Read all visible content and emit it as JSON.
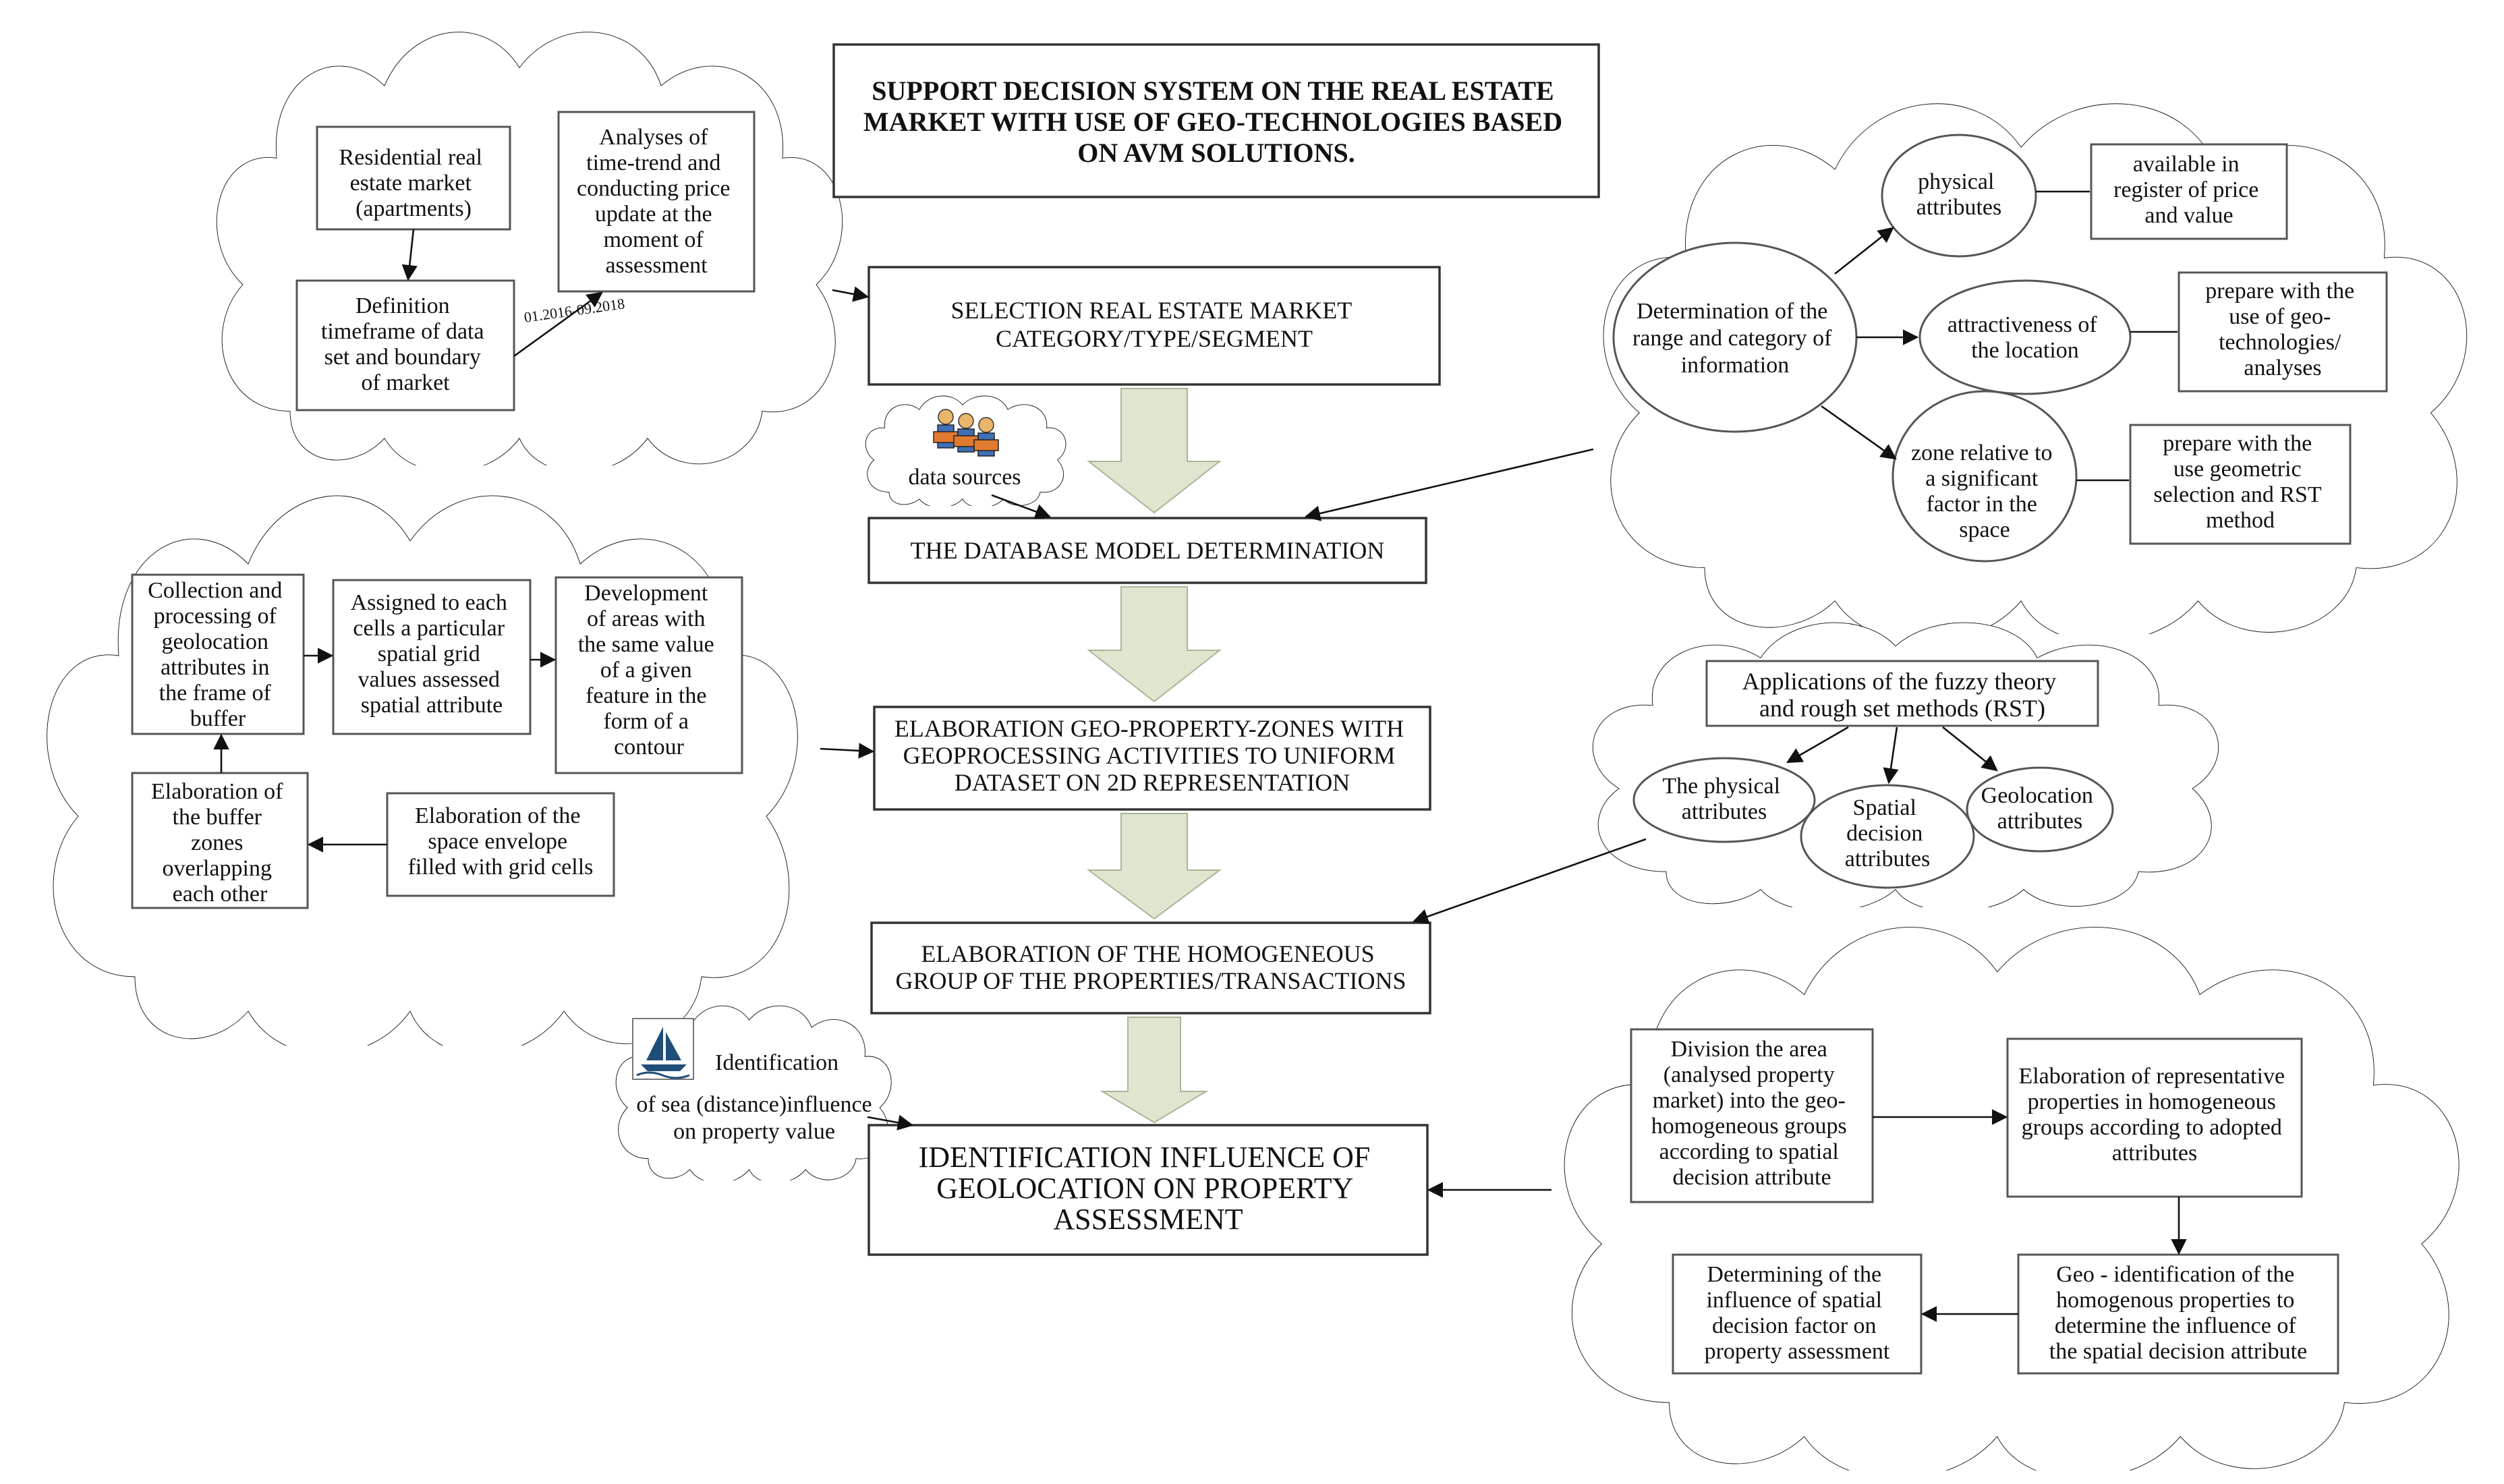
{
  "title": [
    "SUPPORT DECISION SYSTEM ON THE REAL ESTATE",
    "MARKET WITH USE OF GEO-TECHNOLOGIES BASED",
    "ON AVM SOLUTIONS."
  ],
  "main_flow": {
    "selection": [
      "SELECTION REAL ESTATE MARKET",
      "CATEGORY/TYPE/SEGMENT"
    ],
    "database": [
      "THE DATABASE MODEL DETERMINATION"
    ],
    "geozones": [
      "ELABORATION GEO-PROPERTY-ZONES WITH",
      "GEOPROCESSING  ACTIVITIES TO UNIFORM",
      "DATASET ON 2D REPRESENTATION"
    ],
    "homogeneous": [
      "ELABORATION OF THE HOMOGENEOUS",
      "GROUP OF THE PROPERTIES/TRANSACTIONS"
    ],
    "identification": [
      "IDENTIFICATION INFLUENCE OF",
      "GEOLOCATION ON PROPERTY",
      "ASSESSMENT"
    ]
  },
  "market_cloud": {
    "residential": [
      "Residential real",
      "estate market",
      "(apartments)"
    ],
    "timeframe": [
      "Definition",
      "timeframe of data",
      "set and boundary",
      "of market"
    ],
    "analyses": [
      "Analyses of",
      "time-trend and",
      "conducting price",
      "update at the",
      "moment   of",
      "assessment"
    ],
    "date_range": "01.2016-09.2018"
  },
  "data_sources_cloud": {
    "label": "data sources"
  },
  "information_cloud": {
    "center": [
      "Determination of the",
      "range and category of",
      "information"
    ],
    "physical": [
      "physical",
      "attributes"
    ],
    "physical_note": [
      "available in",
      "register of price",
      "and value"
    ],
    "location": [
      "attractiveness of",
      "the location"
    ],
    "location_note": [
      "prepare with the",
      "use of geo-",
      "technologies/",
      "analyses"
    ],
    "zone": [
      "zone relative to",
      "a significant",
      "factor in the",
      "space"
    ],
    "zone_note": [
      "prepare with the",
      "use geometric",
      "selection and RST",
      "method"
    ]
  },
  "geoprocessing_cloud": {
    "collection": [
      "Collection and",
      "processing of",
      "geolocation",
      "attributes in",
      "the frame of",
      "buffer"
    ],
    "assigned": [
      "Assigned to each",
      "cells a particular",
      "spatial grid",
      "values assessed",
      "spatial attribute"
    ],
    "development": [
      "Development",
      "of areas with",
      "the same value",
      "of a given",
      "feature in the",
      "form of a",
      "contour"
    ],
    "buffer": [
      "Elaboration of",
      "the buffer",
      "zones",
      "overlapping",
      "each other"
    ],
    "envelope": [
      "Elaboration of the",
      "space envelope",
      "filled with grid cells"
    ]
  },
  "fuzzy_cloud": {
    "header": [
      "Applications of the fuzzy theory",
      "and  rough set methods (RST)"
    ],
    "physical": [
      "The physical",
      "attributes"
    ],
    "spatial": [
      "Spatial",
      "decision",
      "attributes"
    ],
    "geolocation": [
      "Geolocation",
      "attributes"
    ]
  },
  "sea_cloud": {
    "label_1": "Identification",
    "label_2": "of sea (distance)influence",
    "label_3": "on property value"
  },
  "division_cloud": {
    "division": [
      "Division the area",
      "(analysed property",
      "market) into the geo-",
      "homogeneous groups",
      "according to spatial",
      "decision attribute"
    ],
    "representative": [
      "Elaboration of representative",
      "properties in homogeneous",
      "groups according to adopted",
      "attributes"
    ],
    "geo_identification": [
      "Geo - identification of the",
      "homogenous properties to",
      "determine the influence of",
      "the spatial decision attribute"
    ],
    "determining": [
      "Determining of the",
      "influence of spatial",
      "decision factor  on",
      "property assessment"
    ]
  }
}
